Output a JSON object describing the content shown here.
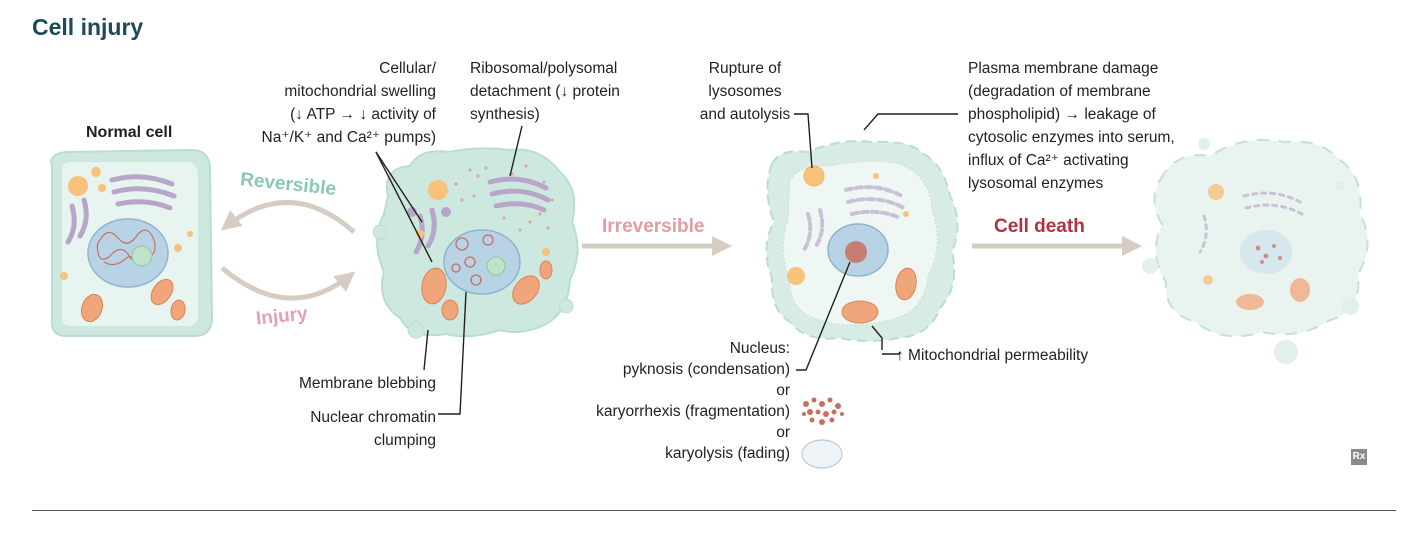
{
  "title": "Cell injury",
  "normal_cell": "Normal cell",
  "stages": {
    "reversible": "Reversible",
    "injury": "Injury",
    "irreversible": "Irreversible",
    "cell_death": "Cell death"
  },
  "labels": {
    "swelling": [
      "Cellular/",
      "mitochondrial swelling",
      "(↓ ATP → ↓ activity of",
      "Na⁺/K⁺ and Ca²⁺ pumps)"
    ],
    "ribosomal": [
      "Ribosomal/polysomal",
      "detachment (↓ protein",
      "synthesis)"
    ],
    "rupture": [
      "Rupture of",
      "lysosomes",
      "and autolysis"
    ],
    "plasma": [
      "Plasma membrane damage",
      "(degradation of membrane",
      "phospholipid) → leakage of",
      "cytosolic enzymes into serum,",
      "influx of Ca²⁺ activating",
      "lysosomal enzymes"
    ],
    "blebbing": "Membrane blebbing",
    "chromatin": [
      "Nuclear chromatin",
      "clumping"
    ],
    "nucleus": [
      "Nucleus:",
      "pyknosis (condensation)",
      "or",
      "karyorrhexis (fragmentation)",
      "or",
      "karyolysis (fading)"
    ],
    "mito": "↑ Mitochondrial permeability"
  },
  "badge": "Rx",
  "colors": {
    "title": "#1c4a5a",
    "reversible": "#8cc7b3",
    "injury": "#e3a2ad",
    "irreversible": "#e69aa4",
    "cell_death": "#b0323e",
    "cytoplasm": "#dff0ea",
    "nucleus": "#b9d3e6",
    "mitochondria": "#f0a57a",
    "golgi": "#b8a6c9",
    "vesicle": "#f7c27a"
  }
}
